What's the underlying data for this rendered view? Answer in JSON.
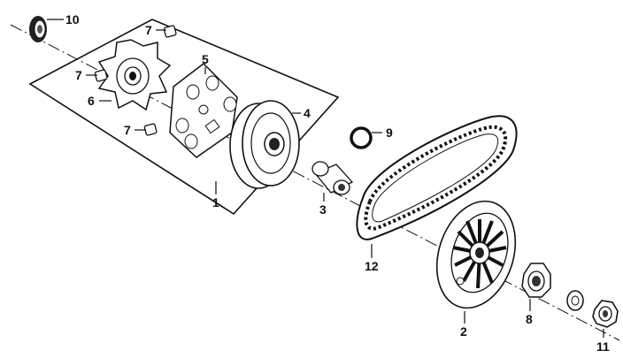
{
  "callouts": {
    "c1": "1",
    "c2": "2",
    "c3": "3",
    "c4": "4",
    "c5": "5",
    "c6": "6",
    "c7a": "7",
    "c7b": "7",
    "c7c": "7",
    "c8": "8",
    "c9": "9",
    "c10": "10",
    "c11": "11",
    "c12": "12"
  }
}
